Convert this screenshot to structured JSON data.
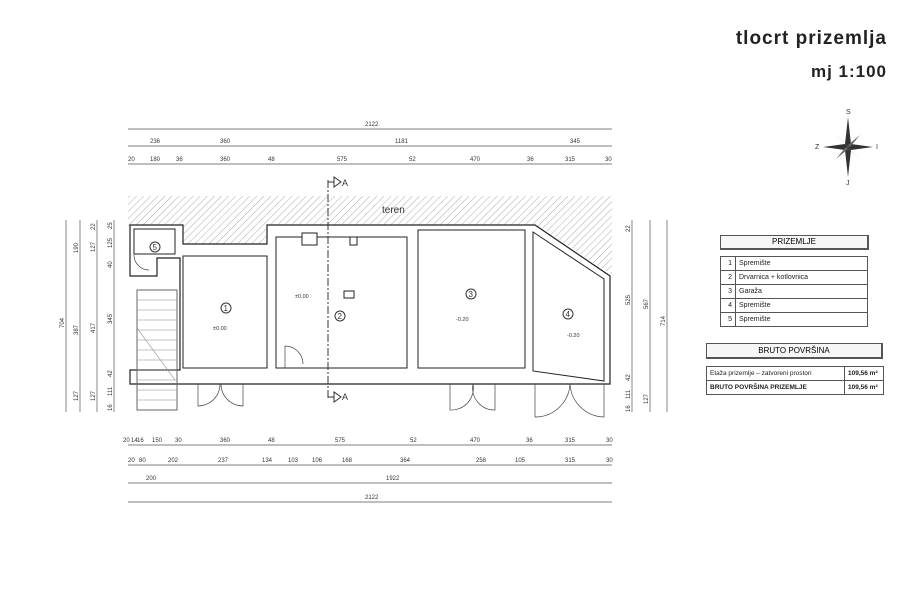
{
  "title": "tlocrt prizemlja",
  "scale": "mj 1:100",
  "compass": {
    "n": "S",
    "w": "Z",
    "e": "I",
    "s": "J"
  },
  "plan": {
    "terrain": "teren",
    "section": "A",
    "rooms": [
      "1",
      "2",
      "3",
      "4",
      "5"
    ],
    "levels": [
      "±0.00",
      "±0.00",
      "-0.20",
      "-0.20"
    ],
    "top_dims": {
      "total": "2122",
      "row2": [
        "236",
        "360",
        "1181",
        "345"
      ],
      "row3": [
        "20",
        "180",
        "36",
        "360",
        "48",
        "575",
        "52",
        "470",
        "36",
        "315",
        "30"
      ]
    },
    "bottom_dims": {
      "row1": [
        "20",
        "14",
        "16",
        "150",
        "30",
        "360",
        "48",
        "575",
        "52",
        "470",
        "36",
        "315",
        "30"
      ],
      "row2": [
        "20",
        "80",
        "202",
        "237",
        "134",
        "103",
        "106",
        "168",
        "364",
        "258",
        "105",
        "315",
        "30"
      ],
      "row3": [
        "200",
        "1922"
      ],
      "total": "2122"
    },
    "left_dims": {
      "c1": [
        "704"
      ],
      "c2": [
        "190",
        "387",
        "127"
      ],
      "c3": [
        "22",
        "127",
        "417",
        "127"
      ],
      "c4": [
        "25",
        "125",
        "40",
        "345",
        "42",
        "111",
        "16"
      ]
    },
    "right_dims": {
      "c1": [
        "22",
        "525",
        "42",
        "111",
        "16"
      ],
      "c2": [
        "567",
        "127"
      ],
      "c3": [
        "714"
      ]
    }
  },
  "legend": {
    "header": "PRIZEMLJE",
    "rooms": [
      {
        "n": "1",
        "name": "Spremište"
      },
      {
        "n": "2",
        "name": "Drvarnica + kotlovnica"
      },
      {
        "n": "3",
        "name": "Garaža"
      },
      {
        "n": "4",
        "name": "Spremište"
      },
      {
        "n": "5",
        "name": "Spremište"
      }
    ],
    "area_header": "BRUTO POVRŠINA",
    "area_rows": [
      {
        "label": "Etaža prizemlje – zatvoreni prostori",
        "value": "109,56 m²"
      },
      {
        "label": "BRUTO POVRŠINA PRIZEMLJE",
        "value": "109,56 m²"
      }
    ]
  }
}
